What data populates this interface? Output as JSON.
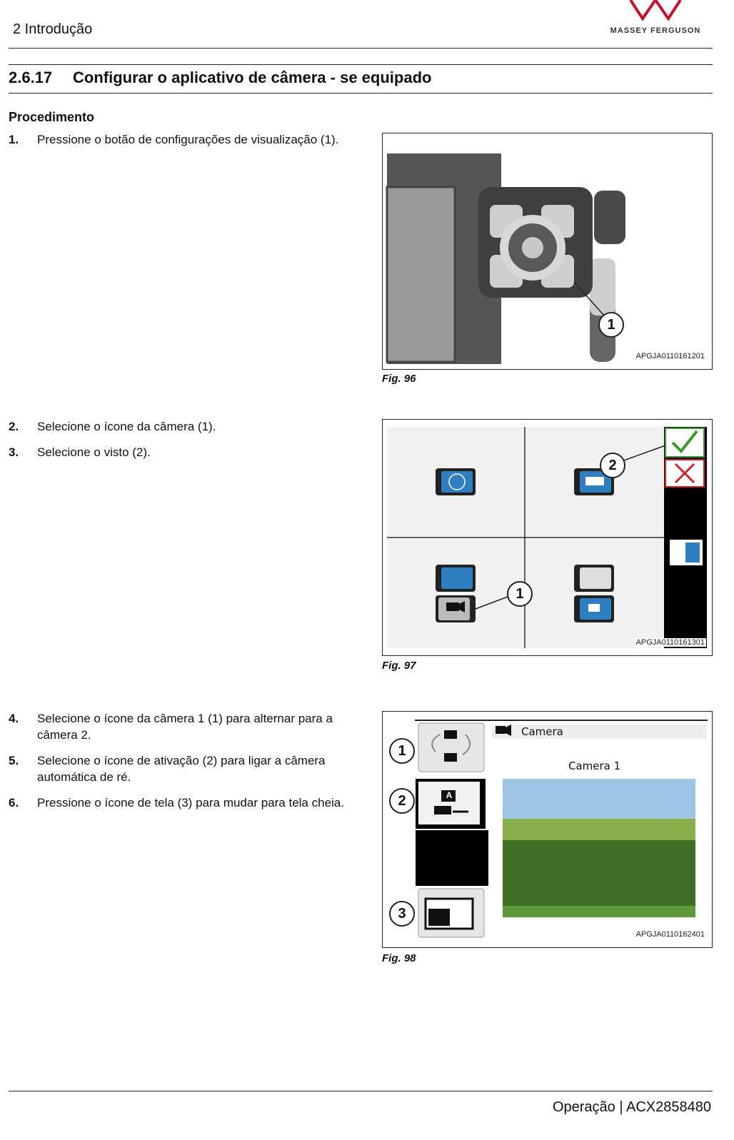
{
  "header": {
    "chapter": "2 Introdução",
    "brand": "MASSEY FERGUSON"
  },
  "section": {
    "number": "2.6.17",
    "title": "Configurar o aplicativo de câmera - se equipado"
  },
  "procedure_label": "Procedimento",
  "steps": [
    {
      "num": "1.",
      "text": "Pressione o botão de configurações de visualização (1)."
    },
    {
      "num": "2.",
      "text": "Selecione o ícone da câmera (1)."
    },
    {
      "num": "3.",
      "text": "Selecione o visto (2)."
    },
    {
      "num": "4.",
      "text": "Selecione o ícone da câmera 1 (1) para alternar para a câmera 2."
    },
    {
      "num": "5.",
      "text": "Selecione o ícone de ativação (2) para ligar a câmera automática de ré."
    },
    {
      "num": "6.",
      "text": "Pressione o ícone de tela (3) para mudar para tela cheia."
    }
  ],
  "figures": [
    {
      "caption": "Fig. 96",
      "code": "APGJA0110161201",
      "callouts": [
        "1"
      ]
    },
    {
      "caption": "Fig. 97",
      "code": "APGJA0110161301",
      "callouts": [
        "1",
        "2"
      ]
    },
    {
      "caption": "Fig. 98",
      "code": "APGJA0110162401",
      "callouts": [
        "1",
        "2",
        "3"
      ],
      "app_title": "Camera",
      "camera_label": "Camera 1",
      "icon_label": "A"
    }
  ],
  "footer": "Operação | ACX2858480",
  "colors": {
    "brand_red": "#c8102e",
    "check_green": "#3a9a2a",
    "cancel_red": "#d42020",
    "icon_blue": "#2f7fc0"
  }
}
